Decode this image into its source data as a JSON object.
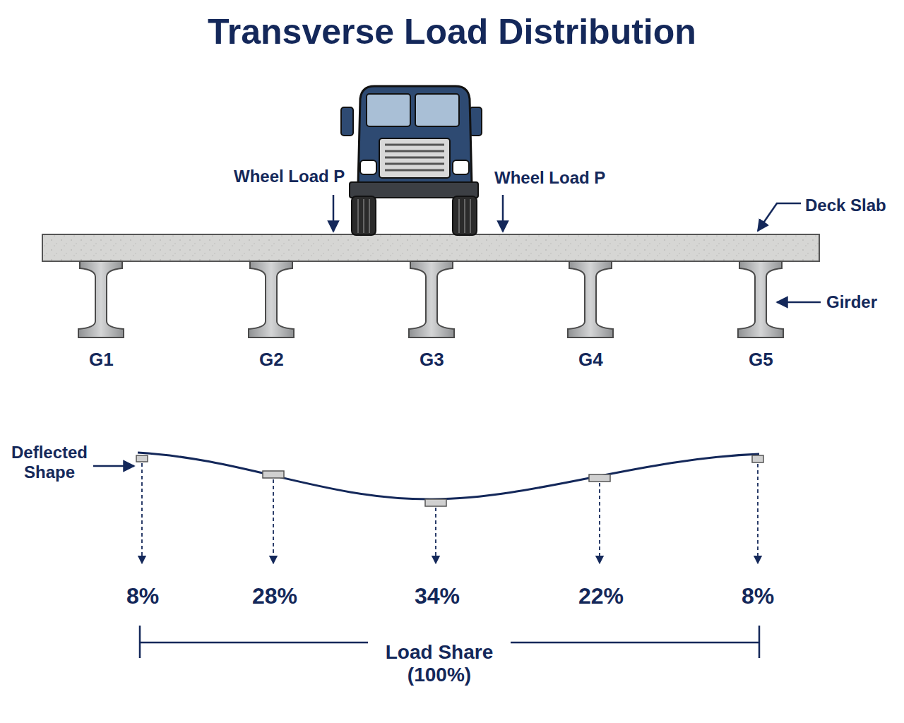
{
  "diagram": {
    "title": "Transverse Load Distribution",
    "labels": [
      "Wheel Load P",
      "Wheel Load P",
      "Deck Slab",
      "Girder",
      "G1",
      "G2",
      "G3",
      "G4",
      "G5",
      "Deflected Shape",
      "8%",
      "28%",
      "34%",
      "22%",
      "8%",
      "Load Share (100%)"
    ]
  }
}
